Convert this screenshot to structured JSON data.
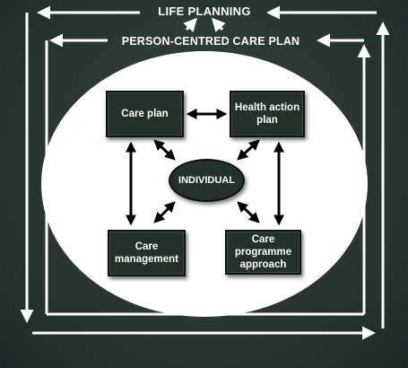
{
  "titles": {
    "life_planning": "LIFE PLANNING",
    "person_centred": "PERSON-CENTRED CARE PLAN"
  },
  "nodes": {
    "care_plan": "Care plan",
    "health_action_plan": "Health action plan",
    "individual": "INDIVIDUAL",
    "care_management": "Care management",
    "care_programme_approach": "Care programme approach"
  },
  "colors": {
    "background": "#2b3633",
    "frame": "#ffffff",
    "box_fill": "#243029",
    "arrow": "#000000"
  }
}
